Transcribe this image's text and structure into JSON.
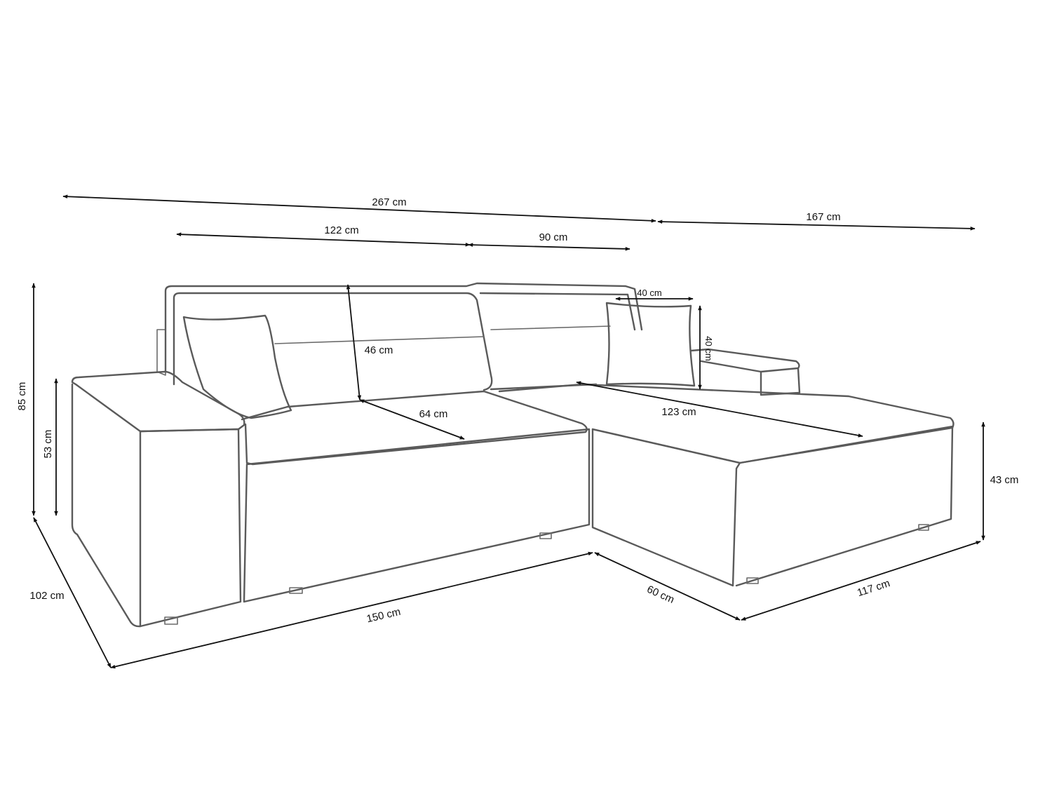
{
  "diagram": {
    "dimensions": {
      "total_length": "267 cm",
      "chaise_length": "167 cm",
      "back_left_width": "122 cm",
      "back_right_width": "90 cm",
      "pillow_width": "40 cm",
      "pillow_height": "40 cm",
      "overall_height": "85 cm",
      "armrest_height": "53 cm",
      "backrest_height": "46 cm",
      "seat_depth": "64 cm",
      "chaise_depth": "123 cm",
      "chaise_seat_height": "43 cm",
      "total_depth": "102 cm",
      "front_length": "150 cm",
      "chaise_front_width": "60 cm",
      "chaise_side_length": "117 cm"
    }
  }
}
